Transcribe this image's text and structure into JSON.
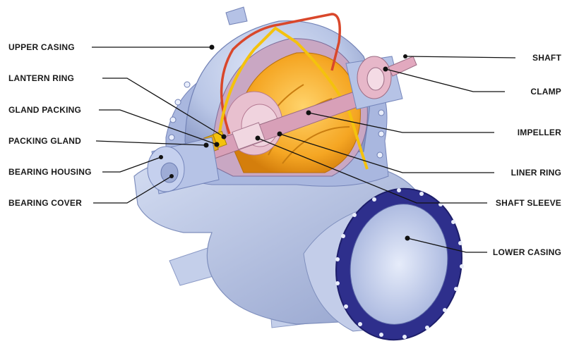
{
  "labels": {
    "upper_casing": "UPPER CASING",
    "lantern_ring": "LANTERN RING",
    "gland_packing": "GLAND PACKING",
    "packing_gland": "PACKING GLAND",
    "bearing_housing": "BEARING HOUSING",
    "bearing_cover": "BEARING COVER",
    "shaft": "SHAFT",
    "clamp": "CLAMP",
    "impeller": "IMPELLER",
    "liner_ring": "LINER RING",
    "shaft_sleeve": "SHAFT SLEEVE",
    "lower_casing": "LOWER CASING"
  },
  "colors": {
    "casing": "#b9c6e6",
    "casing_dark": "#8c9cc9",
    "flange": "#2e2f8c",
    "impeller": "#f5a623",
    "impeller_light": "#ffc95a",
    "pipe_red": "#d9472b",
    "gland_yellow": "#f4c20d",
    "leader": "#111111"
  }
}
